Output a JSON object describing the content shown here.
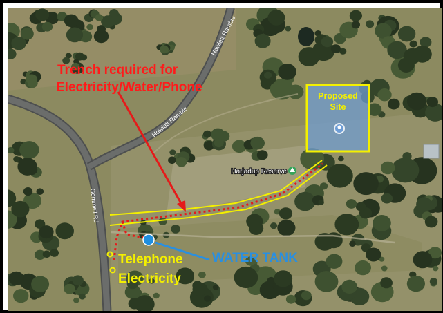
{
  "colors": {
    "trench_label": "#ff1a1a",
    "trench_line": "#e51a1a",
    "corridor": "#f4f000",
    "site_box": "#f4f000",
    "site_fill": "#6f9ed6",
    "water_tank": "#1f8fe0",
    "tank_label": "#2a8fe0",
    "utility_labels": "#f4f000",
    "poi_green": "#37a35a"
  },
  "labels": {
    "trench_line1": "Trench required for",
    "trench_line2": "Electricity/Water/Phone",
    "site_line1": "Proposed",
    "site_line2": "Site",
    "water_tank": "WATER TANK",
    "telephone": "Telephone",
    "electricity": "Electricity"
  },
  "roads": {
    "howlett_upper": "Howlett Ramble",
    "howlett_lower": "Howlett Ramble",
    "gemmell": "Gemmell Rd"
  },
  "poi": {
    "name": "Harjadup Reserve",
    "icon": "tree-pin-icon"
  },
  "icons": {
    "site_marker": "location-pin-icon",
    "tank_marker": "circle-marker-icon",
    "utility_markers": "utility-point-icon"
  }
}
